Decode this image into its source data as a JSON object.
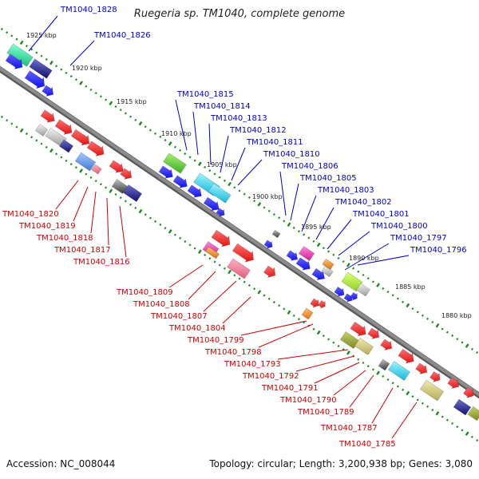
{
  "title": "Ruegeria sp. TM1040, complete genome",
  "footer": {
    "accession": "Accession: NC_008044",
    "summary": "Topology: circular; Length: 3,200,938 bp; Genes: 3,080"
  },
  "colors": {
    "forward_label": "#0000cc",
    "reverse_label": "#cc0000",
    "backbone": "#8c8c8c",
    "tick": "#1a8a1a",
    "kbp_text": "#222222"
  },
  "kbp_labels": [
    "1925 kbp",
    "1920 kbp",
    "1915 kbp",
    "1910 kbp",
    "1905 kbp",
    "1900 kbp",
    "1895 kbp",
    "1890 kbp",
    "1885 kbp",
    "1880 kbp"
  ],
  "forward_genes": [
    "TM1040_1828",
    "TM1040_1826",
    "TM1040_1815",
    "TM1040_1814",
    "TM1040_1813",
    "TM1040_1812",
    "TM1040_1811",
    "TM1040_1810",
    "TM1040_1806",
    "TM1040_1805",
    "TM1040_1803",
    "TM1040_1802",
    "TM1040_1801",
    "TM1040_1800",
    "TM1040_1797",
    "TM1040_1796"
  ],
  "reverse_genes": [
    "TM1040_1820",
    "TM1040_1819",
    "TM1040_1818",
    "TM1040_1817",
    "TM1040_1816",
    "TM1040_1809",
    "TM1040_1808",
    "TM1040_1807",
    "TM1040_1804",
    "TM1040_1799",
    "TM1040_1798",
    "TM1040_1793",
    "TM1040_1792",
    "TM1040_1791",
    "TM1040_1790",
    "TM1040_1789",
    "TM1040_1787",
    "TM1040_1785"
  ]
}
